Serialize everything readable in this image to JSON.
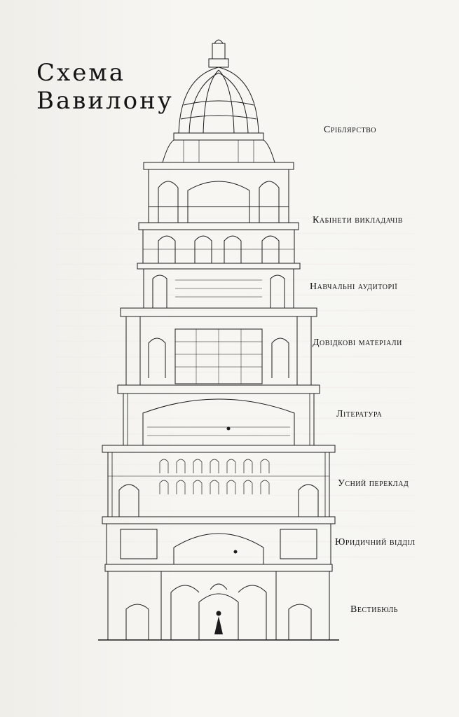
{
  "title": {
    "line1": "Схема",
    "line2": "Вавилону"
  },
  "floors": [
    {
      "label": "Сріблярство"
    },
    {
      "label": "Кабінети викладачів"
    },
    {
      "label": "Навчальні аудиторії"
    },
    {
      "label": "Довідкові матеріали"
    },
    {
      "label": "Література"
    },
    {
      "label": "Усний переклад"
    },
    {
      "label": "Юридичний відділ"
    },
    {
      "label": "Вестибюль"
    }
  ],
  "colors": {
    "ink": "#1c1c1c",
    "paper": "#f4f3ef"
  }
}
